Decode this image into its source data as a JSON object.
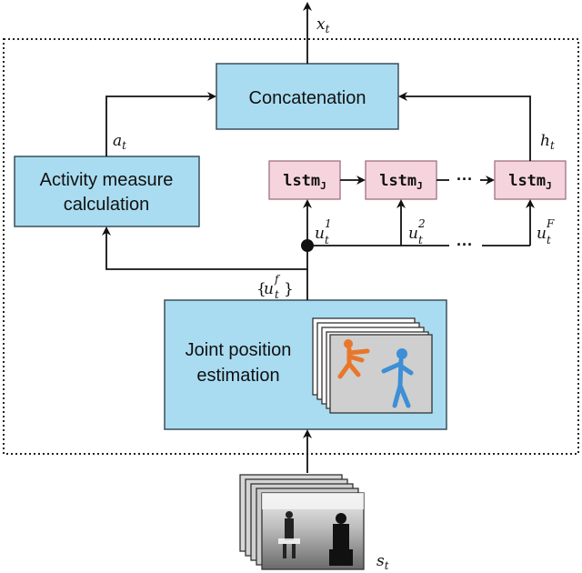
{
  "diagram": {
    "colors": {
      "box_fill": "#a9dcf0",
      "box_stroke": "#3b4f5c",
      "lstm_fill": "#f6d4de",
      "lstm_stroke": "#a07080",
      "arrow": "#111111",
      "dotted_border": "#222222",
      "figure_orange": "#e8772a",
      "figure_blue": "#3d8fd6"
    },
    "boxes": {
      "concatenation": "Concatenation",
      "activity_line1": "Activity measure",
      "activity_line2": "calculation",
      "joint_line1": "Joint position",
      "joint_line2": "estimation",
      "lstm_label": "lstm",
      "lstm_subscript": "J"
    },
    "labels": {
      "x_base": "x",
      "x_sub": "t",
      "a_base": "a",
      "a_sub": "t",
      "h_base": "h",
      "h_sub": "t",
      "u_base": "u",
      "u_sub": "t",
      "u1_sup": "1",
      "u2_sup": "2",
      "uF_sup": "F",
      "uf_open": "{",
      "uf_sup": "f",
      "uf_close": "}",
      "s_base": "s",
      "s_sub": "t",
      "ellipsis": "···"
    }
  }
}
